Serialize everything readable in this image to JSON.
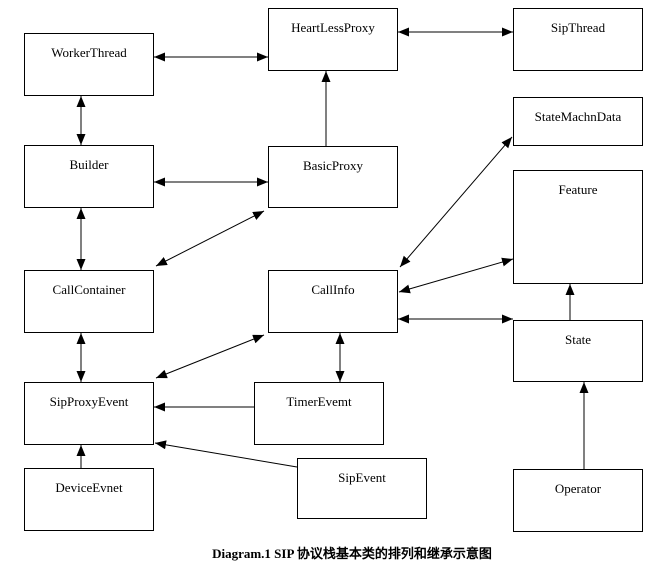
{
  "caption": "Diagram.1 SIP 协议栈基本类的排列和继承示意图",
  "colors": {
    "background": "#ffffff",
    "box_border": "#000000",
    "box_fill": "#ffffff",
    "line": "#000000",
    "text": "#000000"
  },
  "nodes": {
    "worker_thread": {
      "label": "WorkerThread"
    },
    "builder": {
      "label": "Builder"
    },
    "call_container": {
      "label": "CallContainer"
    },
    "sip_proxy_event": {
      "label": "SipProxyEvent"
    },
    "device_evnet": {
      "label": "DeviceEvnet"
    },
    "heart_less_proxy": {
      "label": "HeartLessProxy"
    },
    "basic_proxy": {
      "label": "BasicProxy"
    },
    "call_info": {
      "label": "CallInfo"
    },
    "timer_evemt": {
      "label": "TimerEvemt"
    },
    "sip_event": {
      "label": "SipEvent"
    },
    "sip_thread": {
      "label": "SipThread"
    },
    "state_machn_data": {
      "label": "StateMachnData"
    },
    "feature": {
      "label": "Feature"
    },
    "state": {
      "label": "State"
    },
    "operator": {
      "label": "Operator"
    }
  },
  "connections": [
    {
      "from": "WorkerThread",
      "to": "HeartLessProxy",
      "arrows": "both"
    },
    {
      "from": "HeartLessProxy",
      "to": "SipThread",
      "arrows": "both"
    },
    {
      "from": "WorkerThread",
      "to": "Builder",
      "arrows": "both"
    },
    {
      "from": "Builder",
      "to": "BasicProxy",
      "arrows": "both"
    },
    {
      "from": "BasicProxy",
      "to": "HeartLessProxy",
      "arrows": "end"
    },
    {
      "from": "CallContainer",
      "to": "BasicProxy",
      "arrows": "both"
    },
    {
      "from": "Builder",
      "to": "CallContainer",
      "arrows": "both"
    },
    {
      "from": "CallContainer",
      "to": "SipProxyEvent",
      "arrows": "both"
    },
    {
      "from": "SipProxyEvent",
      "to": "CallInfo",
      "arrows": "both"
    },
    {
      "from": "CallInfo",
      "to": "StateMachnData",
      "arrows": "both"
    },
    {
      "from": "CallInfo",
      "to": "Feature",
      "arrows": "both"
    },
    {
      "from": "CallInfo",
      "to": "State",
      "arrows": "both"
    },
    {
      "from": "CallInfo",
      "to": "TimerEvemt",
      "arrows": "both"
    },
    {
      "from": "TimerEvemt",
      "to": "SipProxyEvent",
      "arrows": "end"
    },
    {
      "from": "SipEvent",
      "to": "SipProxyEvent",
      "arrows": "end"
    },
    {
      "from": "DeviceEvnet",
      "to": "SipProxyEvent",
      "arrows": "end"
    },
    {
      "from": "State",
      "to": "Feature",
      "arrows": "end"
    },
    {
      "from": "Operator",
      "to": "State",
      "arrows": "end"
    }
  ]
}
